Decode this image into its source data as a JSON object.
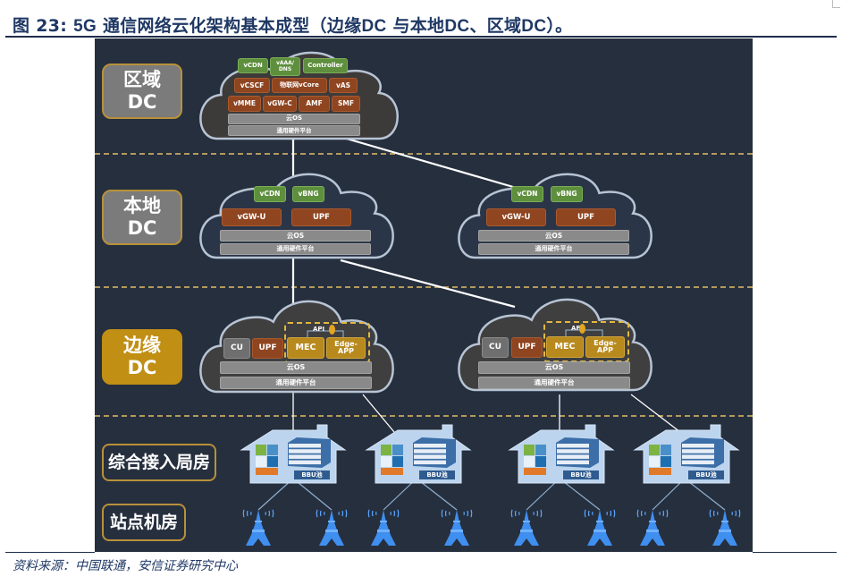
{
  "figure": {
    "title_prefix": "图 23:",
    "title_latin": "5G",
    "title_main": "通信网络云化架构基本成型（边缘",
    "title_dc1": "DC",
    "title_mid1": "与本地",
    "title_dc2": "DC",
    "title_mid2": "、区域",
    "title_dc3": "DC",
    "title_end": "）。",
    "source": "资料来源：中国联通，安信证券研究中心"
  },
  "tiers": [
    {
      "id": "regional",
      "line1": "区域",
      "line2": "DC",
      "style": "grey"
    },
    {
      "id": "local",
      "line1": "本地",
      "line2": "DC",
      "style": "grey"
    },
    {
      "id": "edge",
      "line1": "边缘",
      "line2": "DC",
      "style": "gold"
    },
    {
      "id": "access",
      "line1": "综合接入局房",
      "style": "outline"
    },
    {
      "id": "site",
      "line1": "站点机房",
      "style": "outline"
    }
  ],
  "regional_cloud": {
    "row1": [
      "vCDN",
      "vAAA/\nDNS",
      "Controller"
    ],
    "row2": [
      "vCSCF",
      "物联网vCore",
      "vAS"
    ],
    "row3": [
      "vMME",
      "vGW-C",
      "AMF",
      "SMF"
    ],
    "os": "云OS",
    "hw": "通用硬件平台"
  },
  "local_clouds": [
    {
      "green": [
        "vCDN",
        "vBNG"
      ],
      "brown": [
        "vGW-U",
        "UPF"
      ],
      "os": "云OS",
      "hw": "通用硬件平台"
    },
    {
      "green": [
        "vCDN",
        "vBNG"
      ],
      "brown": [
        "vGW-U",
        "UPF"
      ],
      "os": "云OS",
      "hw": "通用硬件平台"
    }
  ],
  "edge_clouds": [
    {
      "cu": "CU",
      "upf": "UPF",
      "api": "API",
      "mec": "MEC",
      "app": "Edge-\nAPP",
      "os": "云OS",
      "hw": "通用硬件平台"
    },
    {
      "cu": "CU",
      "upf": "UPF",
      "api": "API",
      "mec": "MEC",
      "app": "Edge-\nAPP",
      "os": "云OS",
      "hw": "通用硬件平台"
    }
  ],
  "access_rooms": [
    {
      "tag": "BBU池"
    },
    {
      "tag": "BBU池"
    },
    {
      "tag": "BBU池"
    },
    {
      "tag": "BBU池"
    }
  ],
  "icons": {
    "cloud": "cloud-icon",
    "house": "central-office-icon",
    "server": "server-stack-icon",
    "tower": "cell-tower-icon"
  },
  "colors": {
    "panel_bg": "#262f3e",
    "title": "#1f3864",
    "green": "#5e8f3d",
    "brown": "#8f4520",
    "gold": "#c08f14",
    "os_grey": "#8a8a8a",
    "divider": "#b49a5c",
    "tower_blue": "#3f8ff0",
    "house_fill": "#b9d3ee"
  }
}
